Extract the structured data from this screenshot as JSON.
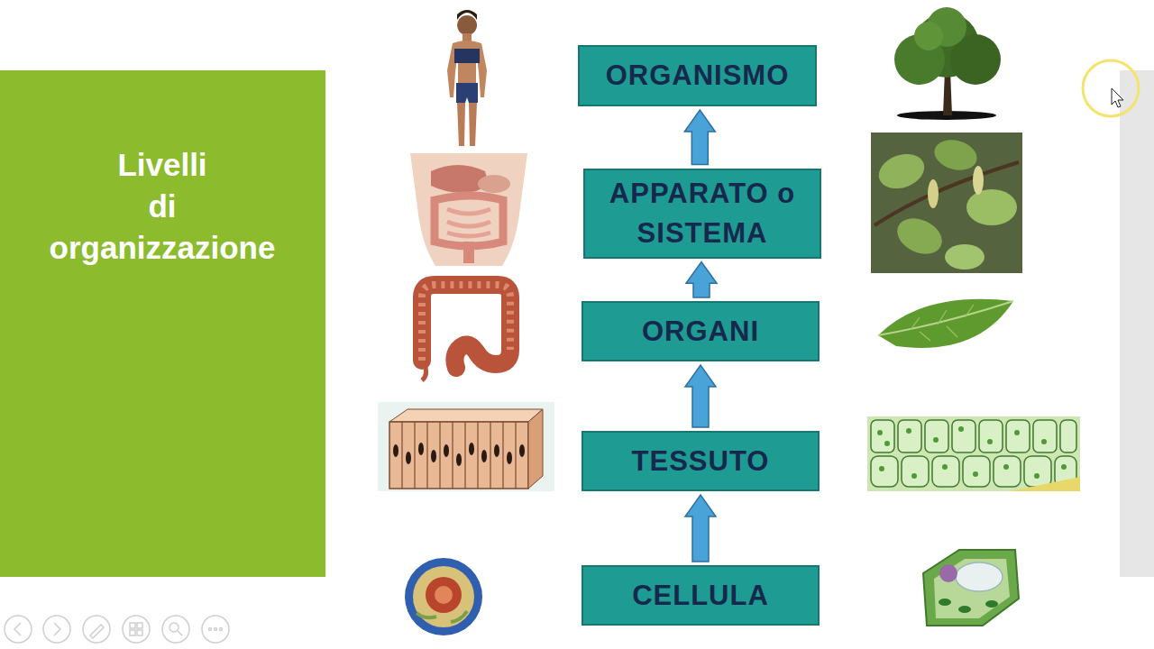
{
  "diagram": {
    "title": "Livelli di organizzazione",
    "nodes": [
      {
        "text": [
          "ORGANISMO"
        ]
      },
      {
        "text": [
          "APPARATO o SISTEMA"
        ]
      },
      {
        "text": [
          "ORGANI"
        ]
      },
      {
        "text": [
          "TESSUTO"
        ]
      },
      {
        "text": [
          "CELLULA"
        ]
      }
    ],
    "edges": [
      {
        "from": 4,
        "to": 3,
        "arrow": "to"
      },
      {
        "from": 3,
        "to": 2,
        "arrow": "to"
      },
      {
        "from": 2,
        "to": 1,
        "arrow": "to"
      },
      {
        "from": 1,
        "to": 0,
        "arrow": "to"
      }
    ]
  }
}
